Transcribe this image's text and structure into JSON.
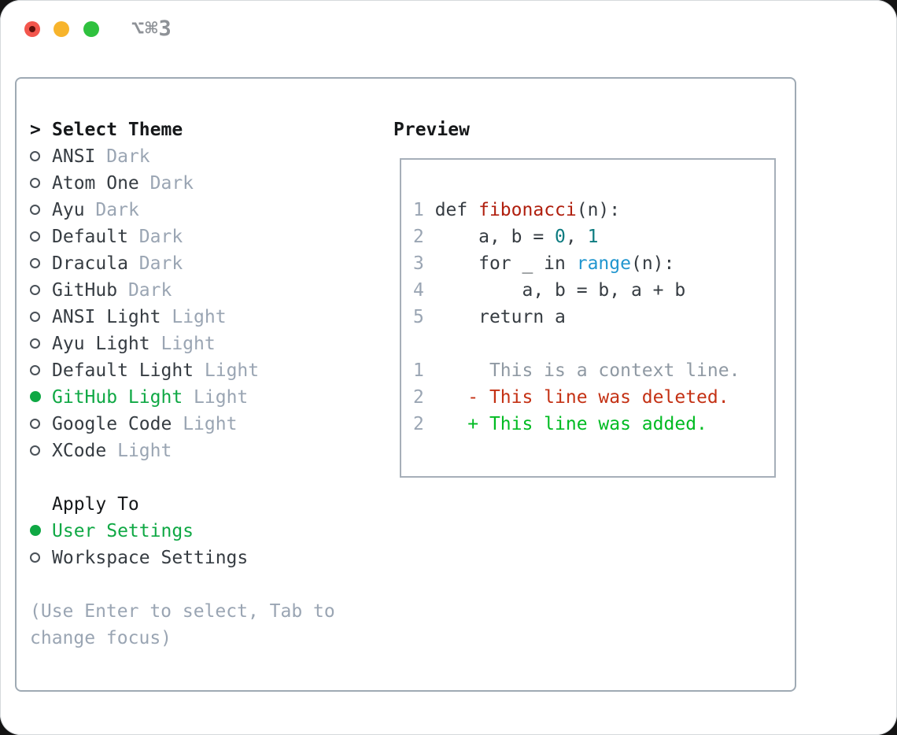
{
  "window": {
    "title_shortcut": "⌥⌘3"
  },
  "colors": {
    "selected_green": "#0fa844",
    "added_green": "#00bb22",
    "deleted_red": "#c43114",
    "function_red": "#b01f0e",
    "number_teal": "#0d7b80",
    "builtin_blue": "#2196cf",
    "text_dark": "#363c42",
    "muted_gray": "#9aa5b3",
    "context_gray": "#8f99a3",
    "heading_black": "#16181a",
    "panel_border": "#9faab4",
    "box_border": "#a6afb9",
    "title_gray": "#8e9297",
    "tl_red": "#f3564d",
    "tl_red_dot": "#5e100b",
    "tl_yellow": "#f7b42c",
    "tl_green": "#2fc13e"
  },
  "theme_picker": {
    "prompt": ">",
    "title": "Select Theme",
    "items": [
      {
        "name": "ANSI",
        "variant": "Dark",
        "selected": false
      },
      {
        "name": "Atom One",
        "variant": "Dark",
        "selected": false
      },
      {
        "name": "Ayu",
        "variant": "Dark",
        "selected": false
      },
      {
        "name": "Default",
        "variant": "Dark",
        "selected": false
      },
      {
        "name": "Dracula",
        "variant": "Dark",
        "selected": false
      },
      {
        "name": "GitHub",
        "variant": "Dark",
        "selected": false
      },
      {
        "name": "ANSI Light",
        "variant": "Light",
        "selected": false
      },
      {
        "name": "Ayu Light",
        "variant": "Light",
        "selected": false
      },
      {
        "name": "Default Light",
        "variant": "Light",
        "selected": false
      },
      {
        "name": "GitHub Light",
        "variant": "Light",
        "selected": true
      },
      {
        "name": "Google Code",
        "variant": "Light",
        "selected": false
      },
      {
        "name": "XCode",
        "variant": "Light",
        "selected": false
      }
    ],
    "apply_title": "Apply To",
    "apply_options": [
      {
        "name": "User Settings",
        "selected": true
      },
      {
        "name": "Workspace Settings",
        "selected": false
      }
    ],
    "hint_lines": [
      "(Use Enter to select, Tab to",
      "change focus)"
    ]
  },
  "preview": {
    "title": "Preview",
    "code_lines": [
      {
        "n": "1",
        "segs": [
          [
            "p",
            " def "
          ],
          [
            "fn",
            "fibonacci"
          ],
          [
            "p",
            "(n):"
          ]
        ]
      },
      {
        "n": "2",
        "segs": [
          [
            "p",
            "     a, b = "
          ],
          [
            "lit",
            "0"
          ],
          [
            "p",
            ", "
          ],
          [
            "lit",
            "1"
          ]
        ]
      },
      {
        "n": "3",
        "segs": [
          [
            "p",
            "     for _ in "
          ],
          [
            "bi",
            "range"
          ],
          [
            "p",
            "(n):"
          ]
        ]
      },
      {
        "n": "4",
        "segs": [
          [
            "p",
            "         a, b = b, a + b"
          ]
        ]
      },
      {
        "n": "5",
        "segs": [
          [
            "p",
            "     return a"
          ]
        ]
      }
    ],
    "diff_lines": [
      {
        "n": "1",
        "segs": [
          [
            "ctx",
            "      This is a context line."
          ]
        ]
      },
      {
        "n": "2",
        "segs": [
          [
            "del",
            "    - This line was deleted."
          ]
        ]
      },
      {
        "n": "2",
        "segs": [
          [
            "add",
            "    + This line was added."
          ]
        ]
      }
    ]
  }
}
